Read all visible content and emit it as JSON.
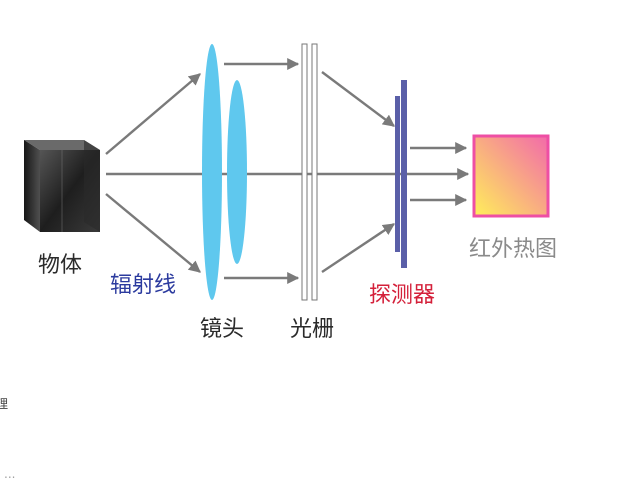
{
  "labels": {
    "object": "物体",
    "radiation": "辐射线",
    "lens": "镜头",
    "grating": "光栅",
    "detector": "探测器",
    "thermal_image": "红外热图"
  },
  "fragments": {
    "edge_char": "理",
    "footer_line": "..."
  },
  "colors": {
    "lens": "#5fc8ee",
    "arrow": "#7a7a7a",
    "detector": "#5a5fa8",
    "radiation_text": "#2b3a9e",
    "detector_text": "#d4203a",
    "image_border": "#ee4fa4",
    "image_grad_a": "#ffef5a",
    "image_grad_b": "#f26aaa"
  }
}
